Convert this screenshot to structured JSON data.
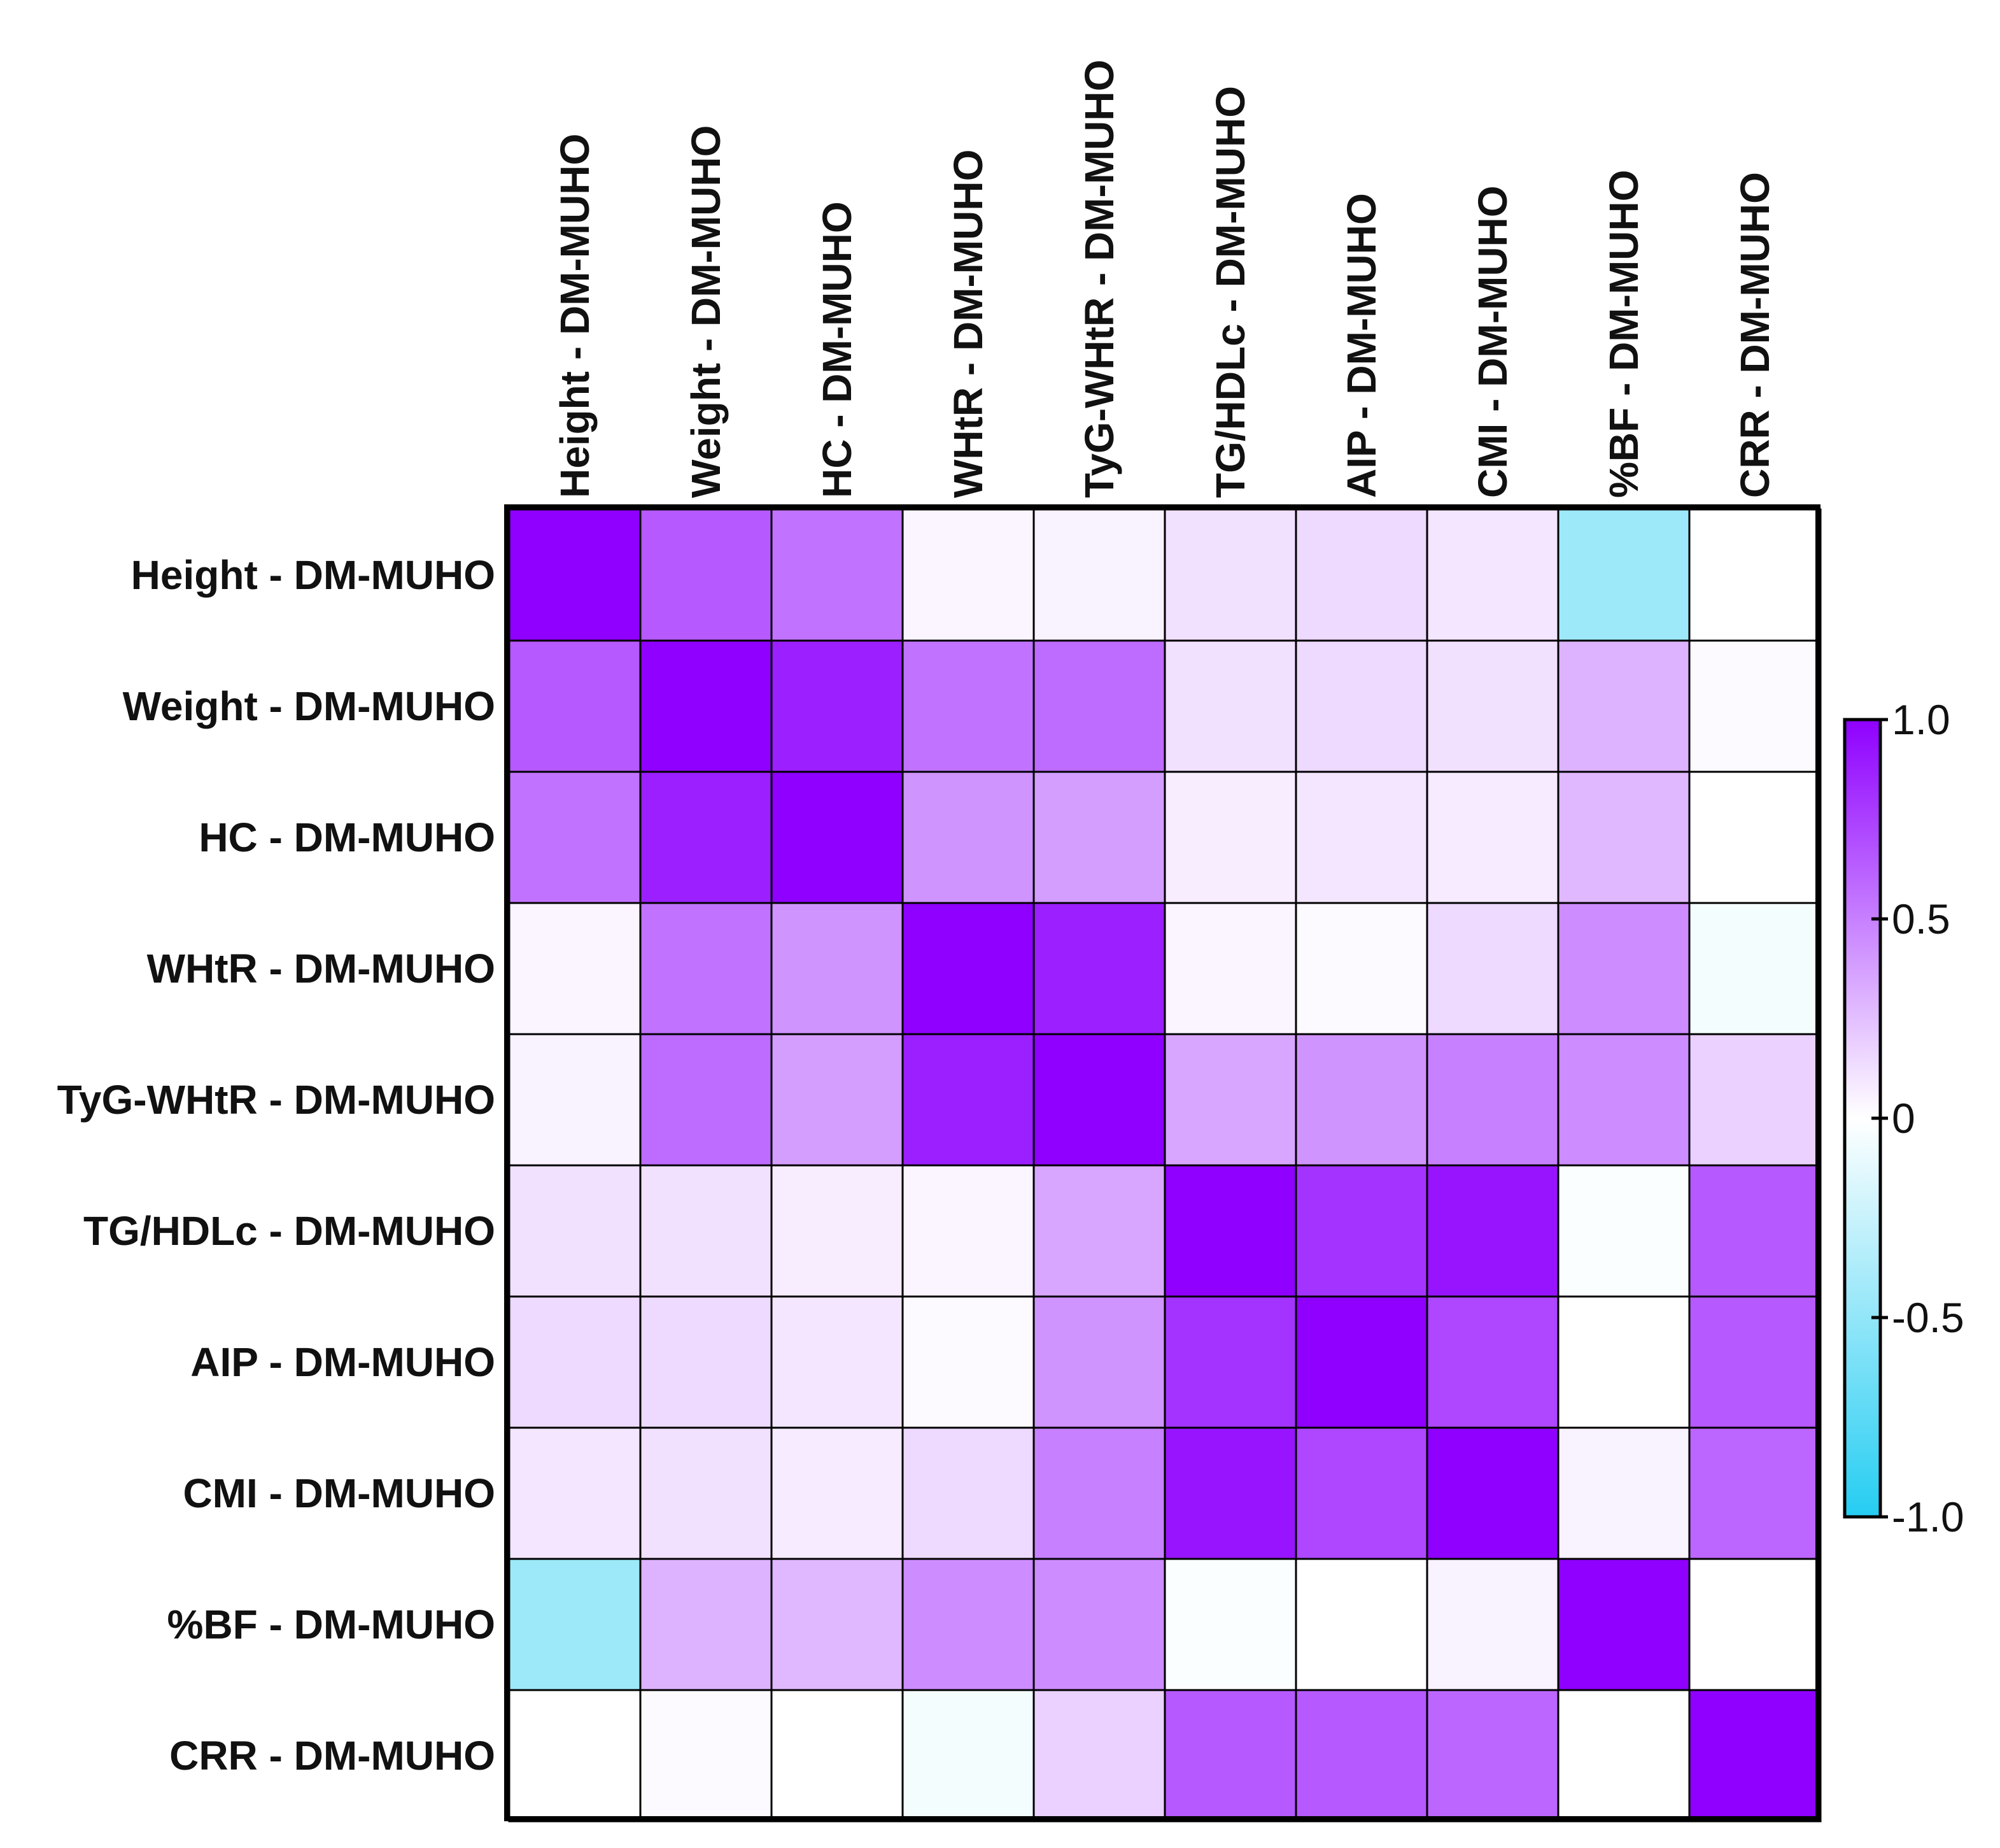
{
  "chart_data": {
    "type": "heatmap",
    "title": "",
    "xlabel": "",
    "ylabel": "",
    "row_labels": [
      "Height - DM-MUHO",
      "Weight - DM-MUHO",
      "HC - DM-MUHO",
      "WHtR - DM-MUHO",
      "TyG-WHtR - DM-MUHO",
      "TG/HDLc - DM-MUHO",
      "AIP - DM-MUHO",
      "CMI - DM-MUHO",
      "%BF - DM-MUHO",
      "CRR - DM-MUHO"
    ],
    "col_labels": [
      "Height - DM-MUHO",
      "Weight - DM-MUHO",
      "HC - DM-MUHO",
      "WHtR - DM-MUHO",
      "TyG-WHtR - DM-MUHO",
      "TG/HDLc - DM-MUHO",
      "AIP - DM-MUHO",
      "CMI - DM-MUHO",
      "%BF - DM-MUHO",
      "CRR - DM-MUHO"
    ],
    "values": [
      [
        1.0,
        0.65,
        0.55,
        0.04,
        0.05,
        0.12,
        0.15,
        0.1,
        -0.45,
        0.0
      ],
      [
        0.65,
        1.0,
        0.88,
        0.55,
        0.58,
        0.12,
        0.15,
        0.12,
        0.3,
        0.02
      ],
      [
        0.55,
        0.88,
        1.0,
        0.42,
        0.38,
        0.07,
        0.1,
        0.08,
        0.28,
        0.0
      ],
      [
        0.04,
        0.55,
        0.42,
        1.0,
        0.88,
        0.04,
        0.02,
        0.15,
        0.45,
        -0.05
      ],
      [
        0.05,
        0.58,
        0.38,
        0.88,
        1.0,
        0.35,
        0.42,
        0.5,
        0.45,
        0.18
      ],
      [
        0.12,
        0.12,
        0.07,
        0.04,
        0.35,
        1.0,
        0.8,
        0.92,
        -0.02,
        0.65
      ],
      [
        0.15,
        0.15,
        0.1,
        0.02,
        0.42,
        0.8,
        1.0,
        0.72,
        0.0,
        0.65
      ],
      [
        0.1,
        0.12,
        0.08,
        0.15,
        0.5,
        0.92,
        0.72,
        1.0,
        0.05,
        0.6
      ],
      [
        -0.45,
        0.3,
        0.28,
        0.45,
        0.45,
        -0.02,
        0.0,
        0.05,
        1.0,
        0.0
      ],
      [
        0.0,
        0.02,
        0.0,
        -0.05,
        0.18,
        0.65,
        0.65,
        0.6,
        0.0,
        1.0
      ]
    ],
    "colorbar": {
      "ticks": [
        1.0,
        0.5,
        0,
        -0.5,
        -1.0
      ],
      "tick_labels": [
        "1.0",
        "0.5",
        "0",
        "-0.5",
        "-1.0"
      ],
      "range": [
        -1.0,
        1.0
      ]
    },
    "colors": {
      "max": "#8f00ff",
      "mid": "#ffffff",
      "min": "#25cdf2"
    }
  }
}
